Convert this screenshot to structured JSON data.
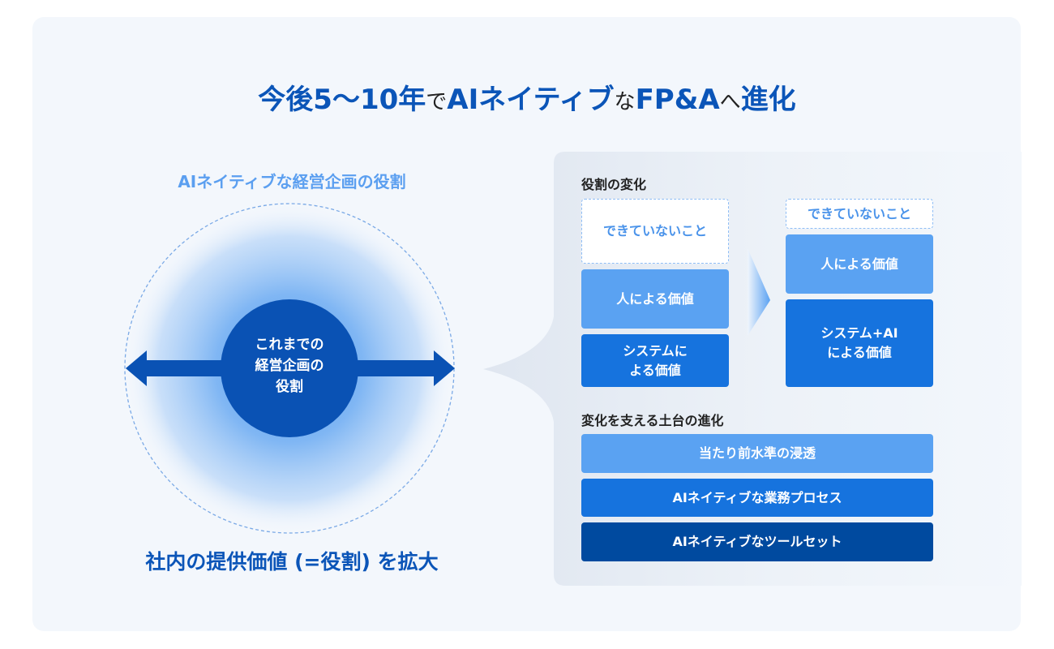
{
  "title": {
    "parts": [
      {
        "text": "今後5〜10年",
        "style": "emph"
      },
      {
        "text": "で",
        "style": "plain"
      },
      {
        "text": "AIネイティブ",
        "style": "emph"
      },
      {
        "text": "な",
        "style": "plain"
      },
      {
        "text": "FP&A",
        "style": "emph"
      },
      {
        "text": "へ",
        "style": "plain"
      },
      {
        "text": "進化",
        "style": "emph"
      }
    ]
  },
  "left": {
    "subtitle": "AIネイティブな経営企画の役割",
    "center_line1": "これまでの",
    "center_line2": "経営企画の",
    "center_line3": "役割",
    "bottom_caption": "社内の提供価値 (=役割) を拡大",
    "icons": {
      "expand": "double-arrow-horizontal-icon"
    }
  },
  "right": {
    "role_change_heading": "役割の変化",
    "before": {
      "not_done": "できていないこと",
      "human_value": "人による価値",
      "system_value_line1": "システムに",
      "system_value_line2": "よる価値"
    },
    "after": {
      "not_done": "できていないこと",
      "human_value": "人による価値",
      "system_ai_value_line1": "システム+AI",
      "system_ai_value_line2": "による価値"
    },
    "transition_icon": "chevron-right-icon",
    "foundation_heading": "変化を支える土台の進化",
    "foundation": [
      "当たり前水準の浸透",
      "AIネイティブな業務プロセス",
      "AIネイティブなツールセット"
    ]
  },
  "colors": {
    "brand_blue": "#0b55b8",
    "light_blue": "#5aa2f2",
    "mid_blue": "#1673de",
    "dark_blue": "#004a9f",
    "accent_text": "#5b9ff0",
    "card_bg": "#f3f7fc"
  }
}
